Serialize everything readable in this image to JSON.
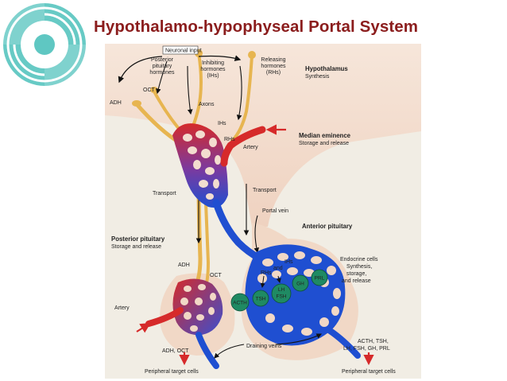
{
  "title": "Hypothalamo-hypophyseal Portal System",
  "colors": {
    "title": "#8b1d1d",
    "logo": "#5fc7c2",
    "artery": "#d62a2a",
    "vein": "#1f4fd1",
    "neuron": "#e7b550",
    "cell": "#1f8a63",
    "tissue": "#f3ddcf"
  },
  "labels": {
    "neuronal_input": "Neuronal input",
    "posterior_hormones": [
      "Posterior",
      "pituitary",
      "hormones"
    ],
    "inhibiting_hormones": [
      "Inhibiting",
      "hormones",
      "(IHs)"
    ],
    "releasing_hormones": [
      "Releasing",
      "hormones",
      "(RHs)"
    ],
    "hypothalamus": "Hypothalamus",
    "hypothalamus_sub": "Synthesis",
    "adh_top": "ADH",
    "oct_top": "OCT",
    "axons": "Axons",
    "ihs": "IHs",
    "rhs": "RHs",
    "artery_top": "Artery",
    "median_eminence": "Median eminence",
    "median_eminence_sub": "Storage and release",
    "transport_left": "Transport",
    "transport_right": "Transport",
    "portal_vein": "Portal vein",
    "anterior_pituitary": "Anterior pituitary",
    "posterior_pituitary": "Posterior pituitary",
    "posterior_pituitary_sub": "Storage and release",
    "adh_mid": "ADH",
    "oct_mid": "OCT",
    "rhs_and_ihs": [
      "RHs",
      "and",
      "IHs"
    ],
    "endocrine_cells": [
      "Endocrine cells",
      "Synthesis,",
      "storage,",
      "and release"
    ],
    "cells": [
      "ACTH",
      "TSH",
      "LH",
      "FSH",
      "GH",
      "PRL"
    ],
    "artery_bottom": "Artery",
    "draining_veins": "Draining veins",
    "adh_oct_out": "ADH, OCT",
    "anterior_outputs": [
      "ACTH, TSH,",
      "LH, FSH, GH, PRL"
    ],
    "peripheral_left": "Peripheral target cells",
    "peripheral_right": "Peripheral target cells"
  }
}
